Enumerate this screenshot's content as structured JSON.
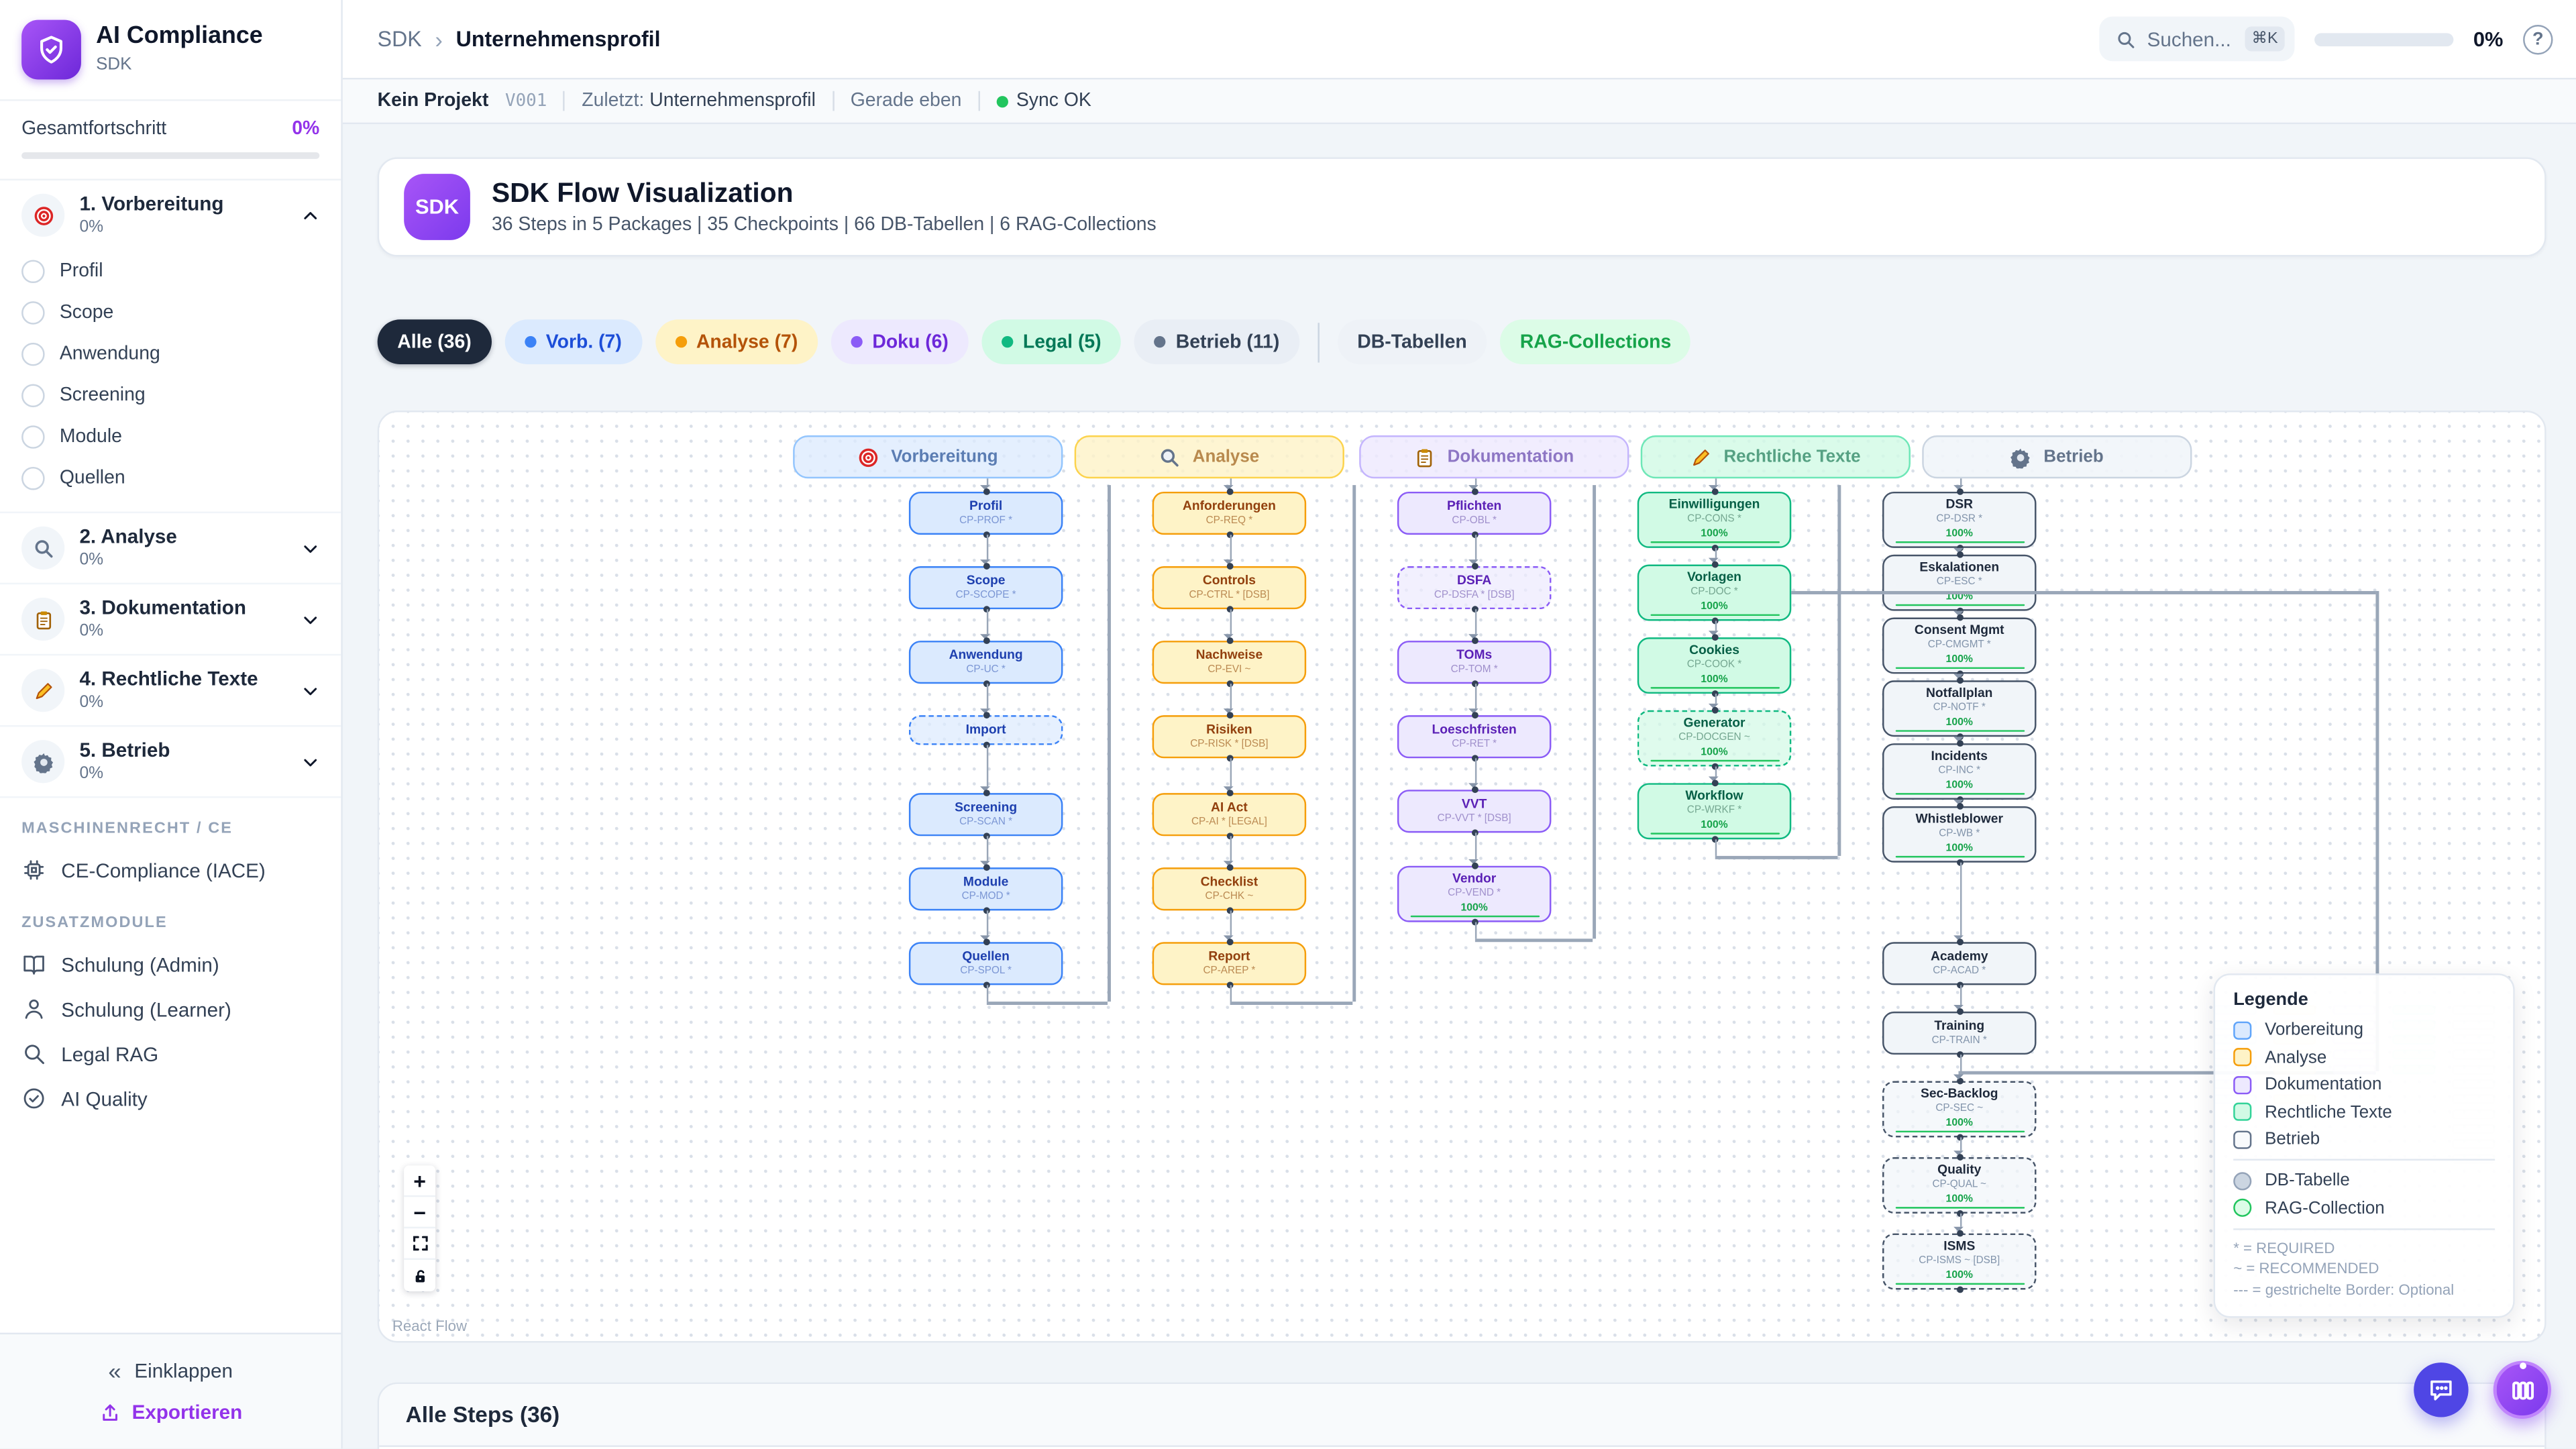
{
  "colors": {
    "accent": "#9333ea",
    "sync_ok": "#22c55e",
    "progress_green": "#22c55e",
    "edge": "#9aa7b8"
  },
  "app": {
    "name": "AI Compliance",
    "subtitle": "SDK"
  },
  "sidebar": {
    "overall": {
      "label": "Gesamtfortschritt",
      "value": "0%"
    },
    "phases": [
      {
        "icon": "target",
        "label": "1. Vorbereitung",
        "percent": "0%",
        "expanded": true,
        "items": [
          "Profil",
          "Scope",
          "Anwendung",
          "Screening",
          "Module",
          "Quellen"
        ]
      },
      {
        "icon": "magnifier",
        "label": "2. Analyse",
        "percent": "0%",
        "expanded": false,
        "items": []
      },
      {
        "icon": "clipboard",
        "label": "3. Dokumentation",
        "percent": "0%",
        "expanded": false,
        "items": []
      },
      {
        "icon": "pencil",
        "label": "4. Rechtliche Texte",
        "percent": "0%",
        "expanded": false,
        "items": []
      },
      {
        "icon": "gear",
        "label": "5. Betrieb",
        "percent": "0%",
        "expanded": false,
        "items": []
      }
    ],
    "sections": [
      {
        "title": "MASCHINENRECHT / CE",
        "items": [
          {
            "icon": "chip",
            "label": "CE-Compliance (IACE)"
          }
        ]
      },
      {
        "title": "ZUSATZMODULE",
        "items": [
          {
            "icon": "book",
            "label": "Schulung (Admin)"
          },
          {
            "icon": "user",
            "label": "Schulung (Learner)"
          },
          {
            "icon": "search",
            "label": "Legal RAG"
          },
          {
            "icon": "check-circle",
            "label": "AI Quality"
          }
        ]
      }
    ],
    "footer": {
      "collapse": "Einklappen",
      "export": "Exportieren"
    }
  },
  "topbar": {
    "breadcrumb": {
      "root": "SDK",
      "sep": "›",
      "current": "Unternehmensprofil"
    },
    "search_placeholder": "Suchen...",
    "search_kbd": "⌘K",
    "progress_pct": "0%"
  },
  "statusbar": {
    "project": "Kein Projekt",
    "version": "V001",
    "last_label": "Zuletzt:",
    "last_value": "Unternehmensprofil",
    "time": "Gerade eben",
    "sync": "Sync OK"
  },
  "header_card": {
    "badge": "SDK",
    "title": "SDK Flow Visualization",
    "subtitle": "36 Steps in 5 Packages | 35 Checkpoints | 66 DB-Tabellen | 6 RAG-Collections"
  },
  "filters": [
    {
      "label": "Alle (36)",
      "bg": "#1e293b",
      "fg": "#ffffff",
      "dot": null,
      "active": true
    },
    {
      "label": "Vorb. (7)",
      "bg": "#dbeafe",
      "fg": "#1d4ed8",
      "dot": "#3b82f6"
    },
    {
      "label": "Analyse (7)",
      "bg": "#fef3c7",
      "fg": "#b45309",
      "dot": "#f59e0b"
    },
    {
      "label": "Doku (6)",
      "bg": "#ede9fe",
      "fg": "#6d28d9",
      "dot": "#8b5cf6"
    },
    {
      "label": "Legal (5)",
      "bg": "#d1fae5",
      "fg": "#047857",
      "dot": "#10b981"
    },
    {
      "label": "Betrieb (11)",
      "bg": "#e9eef5",
      "fg": "#334155",
      "dot": "#64748b"
    }
  ],
  "extra_filters": [
    {
      "label": "DB-Tabellen",
      "bg": "#eef2f7",
      "fg": "#334155"
    },
    {
      "label": "RAG-Collections",
      "bg": "#dcfce7",
      "fg": "#16a34a"
    }
  ],
  "flow": {
    "columns": [
      {
        "key": "vorbereitung",
        "label": "Vorbereitung",
        "icon": "target",
        "hdr_bg": "rgba(219,234,254,.75)",
        "hdr_border": "#93c5fd",
        "hdr_fg": "#5b7db3",
        "bg": "#dbeafe",
        "border": "#3b82f6",
        "title_fg": "#1e40af",
        "code_fg": "#7b96d4",
        "nodes": [
          {
            "title": "Profil",
            "code": "CP-PROF *"
          },
          {
            "title": "Scope",
            "code": "CP-SCOPE *"
          },
          {
            "title": "Anwendung",
            "code": "CP-UC *"
          },
          {
            "title": "Import",
            "code": null,
            "dashed": true
          },
          {
            "title": "Screening",
            "code": "CP-SCAN *"
          },
          {
            "title": "Module",
            "code": "CP-MOD *"
          },
          {
            "title": "Quellen",
            "code": "CP-SPOL *"
          }
        ]
      },
      {
        "key": "analyse",
        "label": "Analyse",
        "icon": "magnifier",
        "hdr_bg": "rgba(254,243,199,.8)",
        "hdr_border": "#fcd34d",
        "hdr_fg": "#b98a4e",
        "bg": "#fef3c7",
        "border": "#f59e0b",
        "title_fg": "#92400e",
        "code_fg": "#bb8a52",
        "nodes": [
          {
            "title": "Anforderungen",
            "code": "CP-REQ *"
          },
          {
            "title": "Controls",
            "code": "CP-CTRL * [DSB]"
          },
          {
            "title": "Nachweise",
            "code": "CP-EVI ~"
          },
          {
            "title": "Risiken",
            "code": "CP-RISK * [DSB]"
          },
          {
            "title": "AI Act",
            "code": "CP-AI * [LEGAL]"
          },
          {
            "title": "Checklist",
            "code": "CP-CHK ~"
          },
          {
            "title": "Report",
            "code": "CP-AREP *"
          }
        ]
      },
      {
        "key": "dokumentation",
        "label": "Dokumentation",
        "icon": "clipboard",
        "hdr_bg": "rgba(237,233,254,.8)",
        "hdr_border": "#c4b5fd",
        "hdr_fg": "#8d76c4",
        "bg": "#ede9fe",
        "border": "#8b5cf6",
        "title_fg": "#5b21b6",
        "code_fg": "#a090cc",
        "nodes": [
          {
            "title": "Pflichten",
            "code": "CP-OBL *"
          },
          {
            "title": "DSFA",
            "code": "CP-DSFA * [DSB]",
            "dashed": true
          },
          {
            "title": "TOMs",
            "code": "CP-TOM *"
          },
          {
            "title": "Loeschfristen",
            "code": "CP-RET *"
          },
          {
            "title": "VVT",
            "code": "CP-VVT * [DSB]"
          },
          {
            "title": "Vendor",
            "code": "CP-VEND *",
            "pct": "100%"
          }
        ]
      },
      {
        "key": "rechtliche-texte",
        "label": "Rechtliche Texte",
        "icon": "pencil",
        "hdr_bg": "rgba(209,250,229,.8)",
        "hdr_border": "#6ee7b7",
        "hdr_fg": "#56a183",
        "bg": "#d1fae5",
        "border": "#10b981",
        "title_fg": "#065f46",
        "code_fg": "#75a791",
        "nodes": [
          {
            "title": "Einwilligungen",
            "code": "CP-CONS *",
            "pct": "100%"
          },
          {
            "title": "Vorlagen",
            "code": "CP-DOC *",
            "pct": "100%"
          },
          {
            "title": "Cookies",
            "code": "CP-COOK *",
            "pct": "100%"
          },
          {
            "title": "Generator",
            "code": "CP-DOCGEN ~",
            "pct": "100%",
            "dashed": true
          },
          {
            "title": "Workflow",
            "code": "CP-WRKF *",
            "pct": "100%"
          }
        ]
      },
      {
        "key": "betrieb",
        "label": "Betrieb",
        "icon": "gear",
        "hdr_bg": "rgba(241,245,249,.9)",
        "hdr_border": "#cbd5e1",
        "hdr_fg": "#64748b",
        "bg": "#f1f5f9",
        "border": "#475569",
        "title_fg": "#1e293b",
        "code_fg": "#8294ab",
        "nodes": [
          {
            "title": "DSR",
            "code": "CP-DSR *",
            "pct": "100%"
          },
          {
            "title": "Eskalationen",
            "code": "CP-ESC *",
            "pct": "100%"
          },
          {
            "title": "Consent Mgmt",
            "code": "CP-CMGMT *",
            "pct": "100%"
          },
          {
            "title": "Notfallplan",
            "code": "CP-NOTF *",
            "pct": "100%"
          },
          {
            "title": "Incidents",
            "code": "CP-INC *",
            "pct": "100%"
          },
          {
            "title": "Whistleblower",
            "code": "CP-WB *",
            "pct": "100%"
          },
          {
            "title": "Academy",
            "code": "CP-ACAD *"
          },
          {
            "title": "Training",
            "code": "CP-TRAIN *"
          },
          {
            "title": "Sec-Backlog",
            "code": "CP-SEC ~",
            "pct": "100%",
            "dashed": true
          },
          {
            "title": "Quality",
            "code": "CP-QUAL ~",
            "pct": "100%",
            "dashed": true
          },
          {
            "title": "ISMS",
            "code": "CP-ISMS ~ [DSB]",
            "pct": "100%",
            "dashed": true
          }
        ]
      }
    ],
    "legend": {
      "title": "Legende",
      "packages": [
        {
          "label": "Vorbereitung",
          "fill": "#dbeafe",
          "border": "#60a5fa"
        },
        {
          "label": "Analyse",
          "fill": "#fef3c7",
          "border": "#f59e0b"
        },
        {
          "label": "Dokumentation",
          "fill": "#ede9fe",
          "border": "#8b5cf6"
        },
        {
          "label": "Rechtliche Texte",
          "fill": "#d1fae5",
          "border": "#34d399"
        },
        {
          "label": "Betrieb",
          "fill": "#f8fafc",
          "border": "#64748b"
        }
      ],
      "shapes": [
        {
          "label": "DB-Tabelle",
          "fill": "#cbd5e1",
          "border": "#94a3b8"
        },
        {
          "label": "RAG-Collection",
          "fill": "#dcfce7",
          "border": "#22c55e"
        }
      ],
      "notes": [
        "* = REQUIRED",
        "~ = RECOMMENDED",
        "--- = gestrichelte Border: Optional"
      ]
    },
    "attribution": "React Flow",
    "controls": [
      {
        "icon": "plus",
        "glyph": "+"
      },
      {
        "icon": "minus",
        "glyph": "−"
      },
      {
        "icon": "fit-view",
        "glyph": ""
      },
      {
        "icon": "lock",
        "glyph": ""
      }
    ]
  },
  "bottom_card": {
    "title": "Alle Steps (36)"
  }
}
